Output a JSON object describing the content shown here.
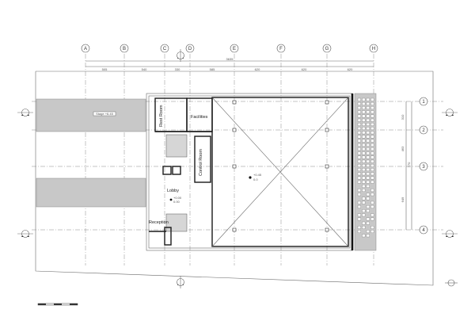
{
  "grid": {
    "columns": [
      "A",
      "B",
      "C",
      "D",
      "E",
      "F",
      "G",
      "H"
    ],
    "rows": [
      "1",
      "2",
      "3",
      "4"
    ],
    "overall_dim": "3635",
    "col_dims": [
      "505",
      "540",
      "330",
      "585",
      "620",
      "620",
      "620"
    ],
    "row_dims": [
      "310",
      "463",
      "770",
      "649"
    ]
  },
  "rooms": {
    "rest_room": "Rest Room",
    "facilities": "Facilities",
    "control_room": "Control Room",
    "lobby": "Lobby",
    "reception": "Reception"
  },
  "tags": {
    "bridge": "Stage  +6.45",
    "lobby_level": "+0.00",
    "lobby_level2": "0.00",
    "hall_level": "+0.45",
    "hall_level2": "0.0"
  },
  "colors": {
    "hatch": "#c8c8c8",
    "lines": "#333333"
  }
}
